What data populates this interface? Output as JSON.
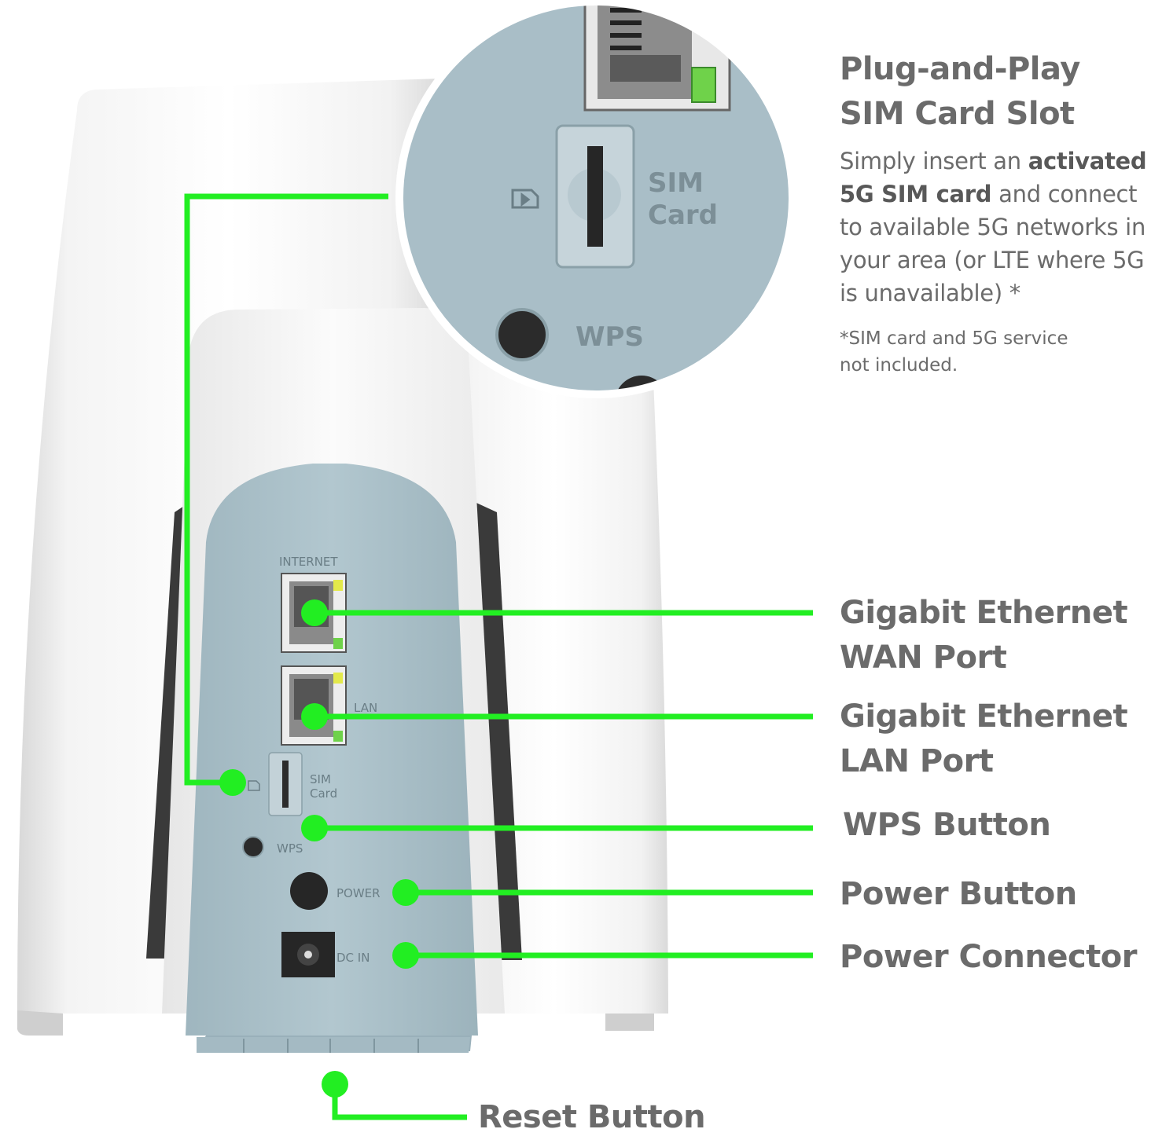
{
  "callouts": {
    "sim_slot": {
      "title_line1": "Plug-and-Play",
      "title_line2": "SIM Card Slot",
      "desc_part1": "Simply insert an ",
      "desc_bold": "activated 5G SIM card",
      "desc_part2": " and connect to available 5G networks in your area (or LTE where 5G is unavailable) *",
      "footnote_line1": "*SIM card and 5G service",
      "footnote_line2": "not included."
    },
    "wan_line1": "Gigabit Ethernet",
    "wan_line2": "WAN Port",
    "lan_line1": "Gigabit Ethernet",
    "lan_line2": "LAN Port",
    "wps": "WPS Button",
    "power": "Power Button",
    "dc": "Power Connector",
    "reset": "Reset Button"
  },
  "device_labels": {
    "internet": "INTERNET",
    "lan": "LAN",
    "sim_line1": "SIM",
    "sim_line2": "Card",
    "wps": "WPS",
    "power": "POWER",
    "dc_in": "DC IN"
  },
  "colors": {
    "callout_green": "#22ee22",
    "panel_blue": "#a9c0c9",
    "text_gray": "#6b6b6b"
  }
}
